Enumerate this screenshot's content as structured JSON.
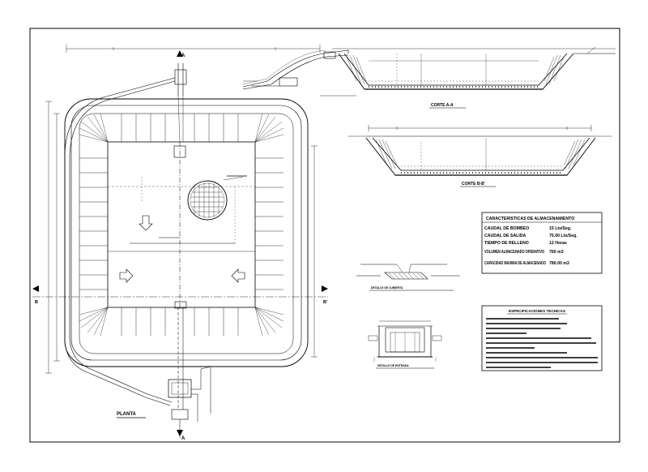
{
  "sheet": {
    "colors": {
      "ink": "#000000",
      "paper": "#ffffff",
      "hatch": "#222222"
    }
  },
  "plan": {
    "title": "PLANTA",
    "cut_marks": [
      "A",
      "A"
    ],
    "direction_marks": [
      "B",
      "B'"
    ]
  },
  "section_aa": {
    "title": "CORTE A-A"
  },
  "section_bb": {
    "title": "CORTE B-B'"
  },
  "detail_cover": {
    "title": "DETALLE DE CUBIERTA"
  },
  "detail_inlet": {
    "title": "DETALLE DE ENTRADA"
  },
  "storage_table": {
    "title": "CARACTERISTICAS DE ALMACENAMIENTO",
    "rows": [
      {
        "label": "CAUDAL DE BOMBEO",
        "value": "15 Lts/Seg."
      },
      {
        "label": "CAUDAL DE SALIDA",
        "value": "75.00 Lts/Seg."
      },
      {
        "label": "TIEMPO DE RELLENO",
        "value": "12 Horas"
      },
      {
        "label": "VOLUMEN ALMACENADO OPERATIVO",
        "value": "760 m3"
      },
      {
        "label": "CAPACIDAD MAXIMA DE ALMACENADO",
        "value": "780.00 m3"
      }
    ]
  },
  "specs_box": {
    "title": "ESPECIFICACIONES TECNICAS"
  }
}
